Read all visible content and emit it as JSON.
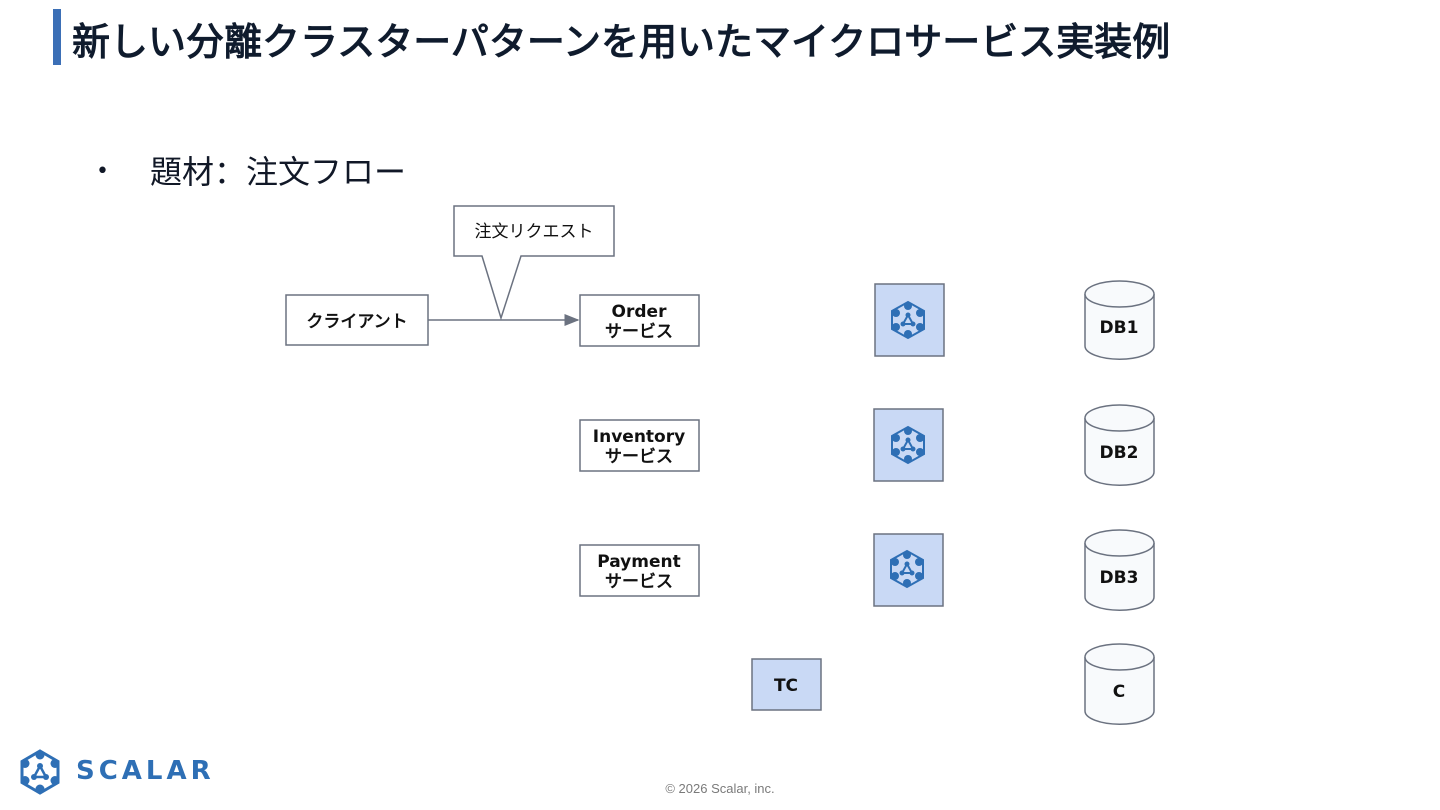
{
  "slide": {
    "title": "新しい分離クラスターパターンを用いたマイクロサービス実装例",
    "bullet_marker": "•",
    "bullet_text": "題材：注文フロー"
  },
  "diagram": {
    "client_label": "クライアント",
    "callout_label": "注文リクエスト",
    "services": [
      {
        "line1": "Order",
        "line2": "サービス"
      },
      {
        "line1": "Inventory",
        "line2": "サービス"
      },
      {
        "line1": "Payment",
        "line2": "サービス"
      }
    ],
    "tc_label": "TC",
    "databases": [
      "DB1",
      "DB2",
      "DB3",
      "C"
    ]
  },
  "footer": {
    "logo_text": "SCALAR",
    "logo_icon": "scalar-logo-icon",
    "copyright": "© 2026 Scalar, inc."
  },
  "colors": {
    "accent": "#3b6fb6",
    "node_fill": "#c9d9f5",
    "icon_blue": "#2e6fb5",
    "db_fill": "#f8fafc",
    "stroke": "#6b7280"
  }
}
